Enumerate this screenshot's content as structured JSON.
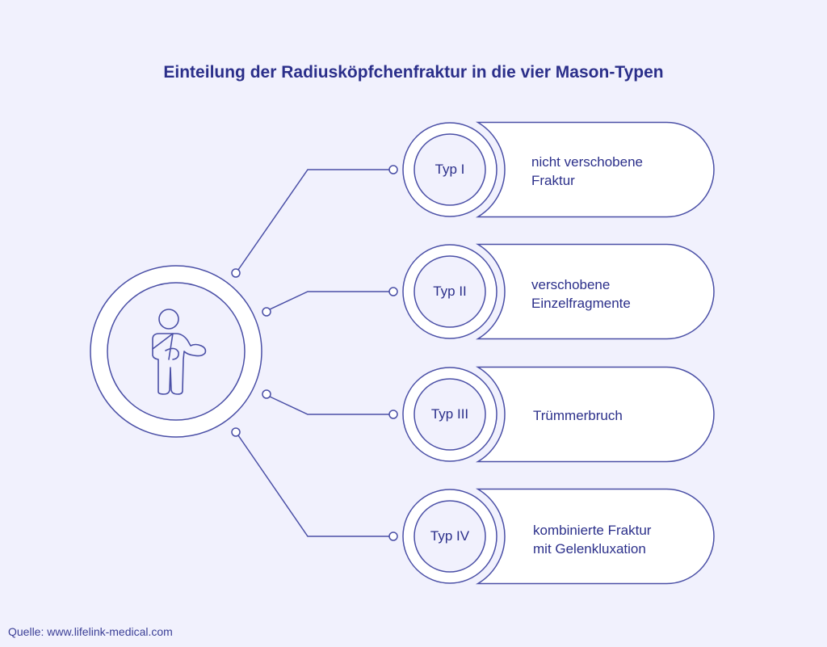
{
  "title": "Einteilung der Radiusköpfchenfraktur in die vier Mason-Typen",
  "center_icon": "person-with-arm-sling-icon",
  "types": [
    {
      "label": "Typ I",
      "description": [
        "nicht verschobene",
        "Fraktur"
      ]
    },
    {
      "label": "Typ II",
      "description": [
        "verschobene",
        "Einzelfragmente"
      ]
    },
    {
      "label": "Typ III",
      "description": [
        "Trümmerbruch"
      ]
    },
    {
      "label": "Typ IV",
      "description": [
        "kombinierte Fraktur",
        "mit Gelenkluxation"
      ]
    }
  ],
  "source": "Quelle: www.lifelink-medical.com",
  "colors": {
    "background": "#f1f1fd",
    "stroke": "#4a4fa6",
    "text": "#2b2f8a"
  }
}
